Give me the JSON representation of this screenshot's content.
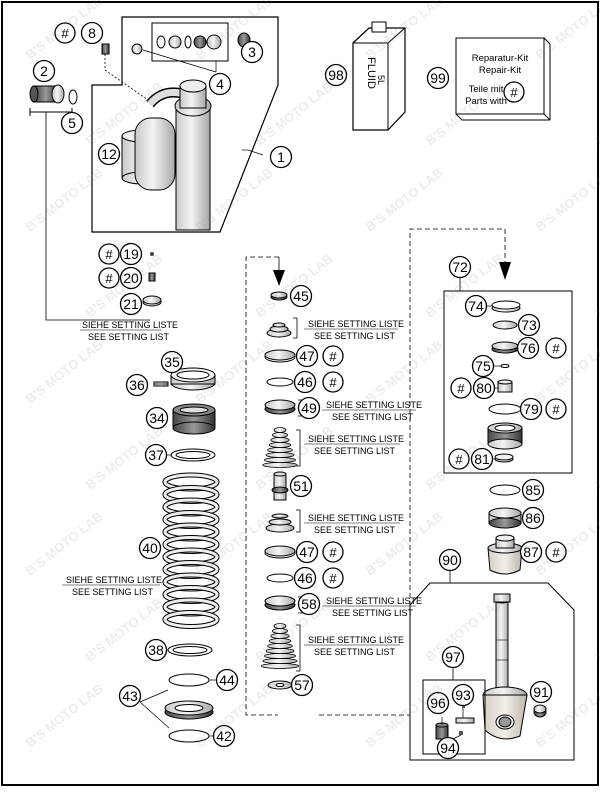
{
  "callouts": {
    "n1": "1",
    "n2": "2",
    "n3": "3",
    "n4": "4",
    "n5": "5",
    "n8": "8",
    "n12": "12",
    "n19": "19",
    "n20": "20",
    "n21": "21",
    "n34": "34",
    "n35": "35",
    "n36": "36",
    "n37": "37",
    "n38": "38",
    "n40": "40",
    "n42": "42",
    "n43": "43",
    "n44": "44",
    "n45": "45",
    "n46a": "46",
    "n46b": "46",
    "n47a": "47",
    "n47b": "47",
    "n49": "49",
    "n51": "51",
    "n57": "57",
    "n58": "58",
    "n72": "72",
    "n73": "73",
    "n74": "74",
    "n75": "75",
    "n76": "76",
    "n79": "79",
    "n80": "80",
    "n81": "81",
    "n85": "85",
    "n86": "86",
    "n87": "87",
    "n90": "90",
    "n91": "91",
    "n93": "93",
    "n94": "94",
    "n96": "96",
    "n97": "97",
    "n98": "98",
    "n99": "99"
  },
  "hash": "#",
  "setting_de": "SIEHE SETTING LISTE",
  "setting_en": "SEE SETTING LIST",
  "fluid": {
    "label": "FLUID",
    "volume": "5L"
  },
  "kit": {
    "line1": "Reparatur-Kit",
    "line2": "Repair-Kit",
    "line3": "Teile mit",
    "line4": "Parts with"
  },
  "watermark": "B'S MOTO LAB"
}
